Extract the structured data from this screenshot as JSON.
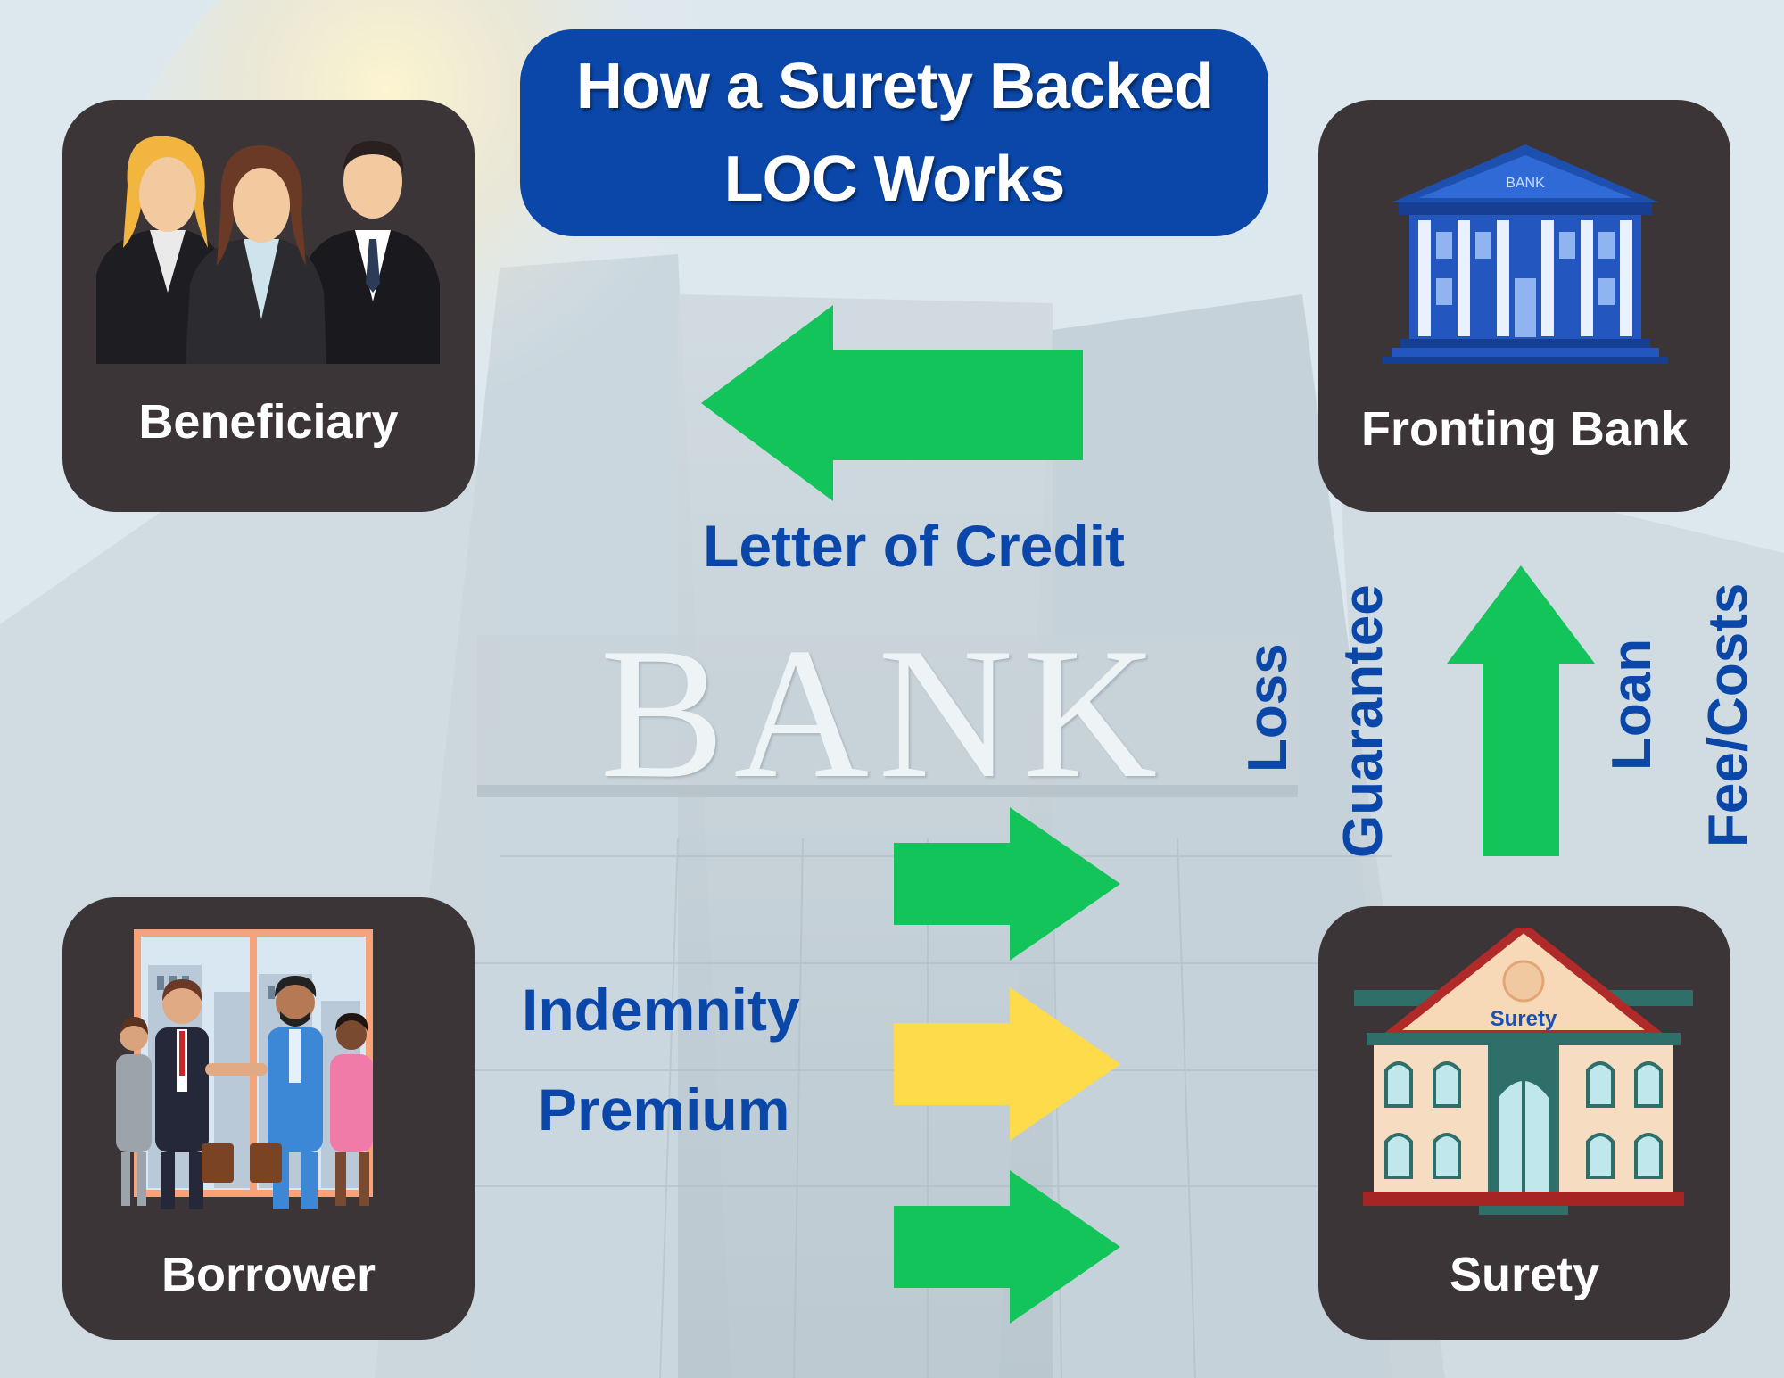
{
  "title": {
    "line1": "How a Surety Backed",
    "line2": "LOC Works"
  },
  "background": {
    "sign_text": "BANK"
  },
  "parties": {
    "beneficiary": "Beneficiary",
    "fronting_bank": "Fronting Bank",
    "borrower": "Borrower",
    "surety": "Surety"
  },
  "illustrations": {
    "bank_sign": "BANK",
    "surety_sign": "Surety"
  },
  "flows": {
    "letter_of_credit": "Letter of Credit",
    "indemnity": "Indemnity",
    "premium": "Premium",
    "loss": "Loss",
    "guarantee": "Guarantee",
    "loan": "Loan",
    "fee_costs": "Fee/Costs"
  },
  "colors": {
    "title_bg": "#0a47a9",
    "card_bg": "#3c3538",
    "label_blue": "#0a47a9",
    "arrow_green": "#12c45a",
    "arrow_yellow": "#fedb4a"
  }
}
